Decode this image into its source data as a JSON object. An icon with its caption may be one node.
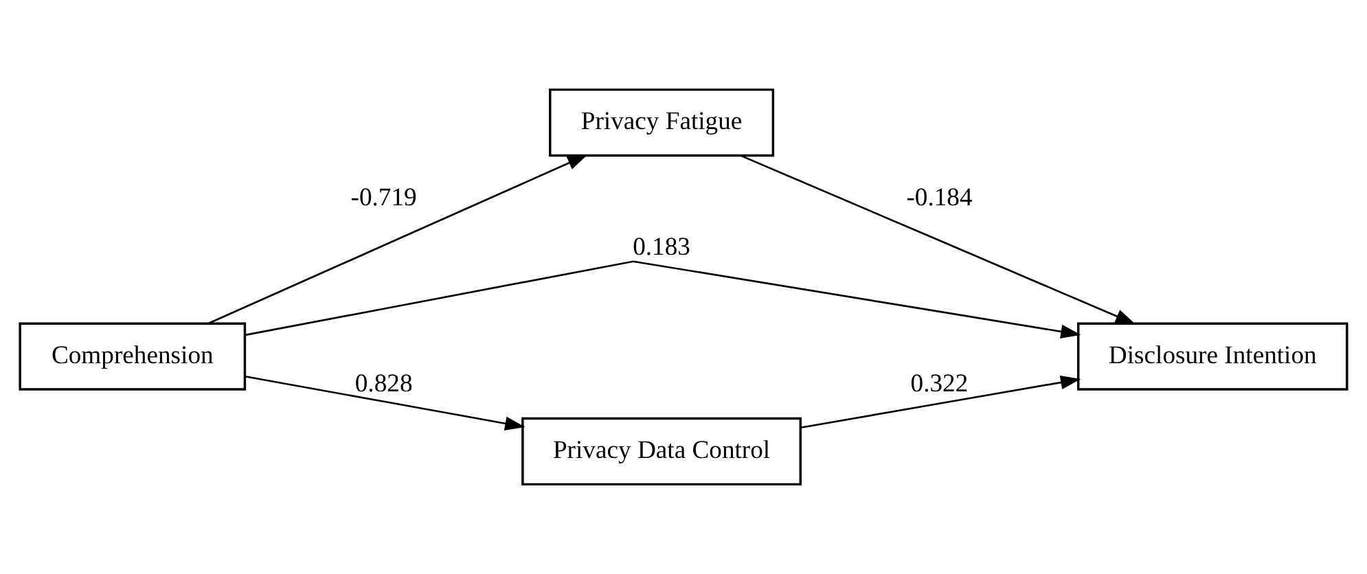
{
  "diagram": {
    "nodes": [
      {
        "text": [
          "Comprehension"
        ]
      },
      {
        "text": [
          "Privacy Fatigue"
        ]
      },
      {
        "text": [
          "Disclosure Intention"
        ]
      },
      {
        "text": [
          "Privacy Data Control"
        ]
      }
    ],
    "edges": [
      {
        "from": 0,
        "to": 1,
        "arrow": "to",
        "label": "-0.719"
      },
      {
        "from": 1,
        "to": 2,
        "arrow": "to",
        "label": "-0.184"
      },
      {
        "from": 0,
        "to": 2,
        "arrow": "to",
        "label": "0.183"
      },
      {
        "from": 0,
        "to": 3,
        "arrow": "to",
        "label": "0.828"
      },
      {
        "from": 3,
        "to": 2,
        "arrow": "to",
        "label": "0.322"
      }
    ]
  }
}
